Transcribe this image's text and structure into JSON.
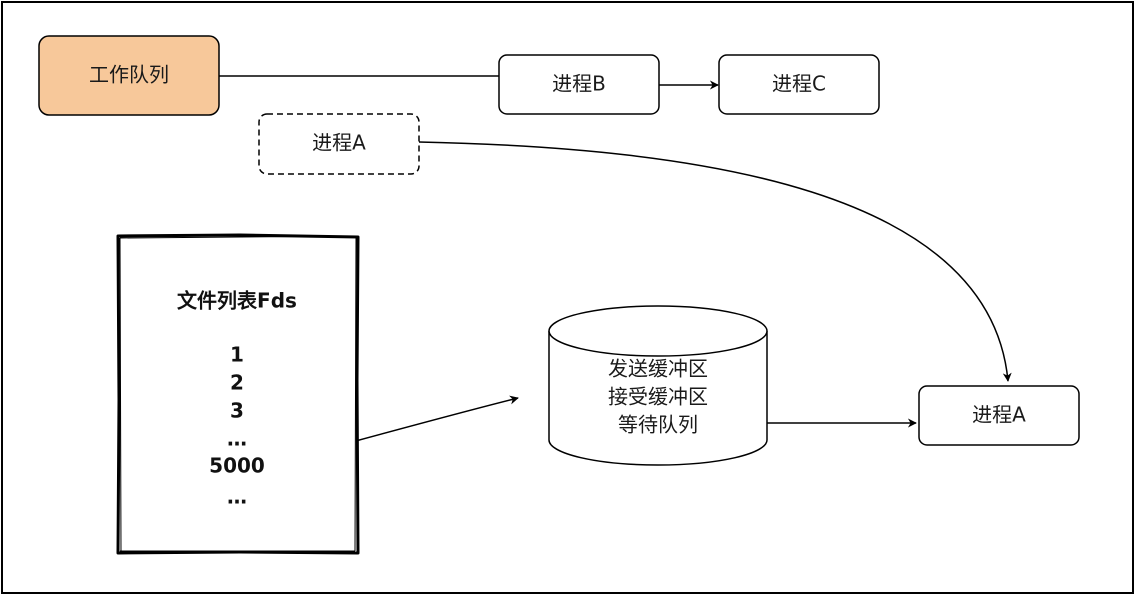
{
  "diagram": {
    "work_queue": {
      "label": "工作队列",
      "fill": "#f7c89a"
    },
    "process_b": "进程B",
    "process_c": "进程C",
    "process_a_dashed": "进程A",
    "process_a": "进程A",
    "fd_list": {
      "title": "文件列表Fds",
      "items": [
        "1",
        "2",
        "3",
        "…",
        "5000",
        "…"
      ]
    },
    "socket": {
      "lines": [
        "发送缓冲区",
        "接受缓冲区",
        "等待队列"
      ]
    }
  }
}
